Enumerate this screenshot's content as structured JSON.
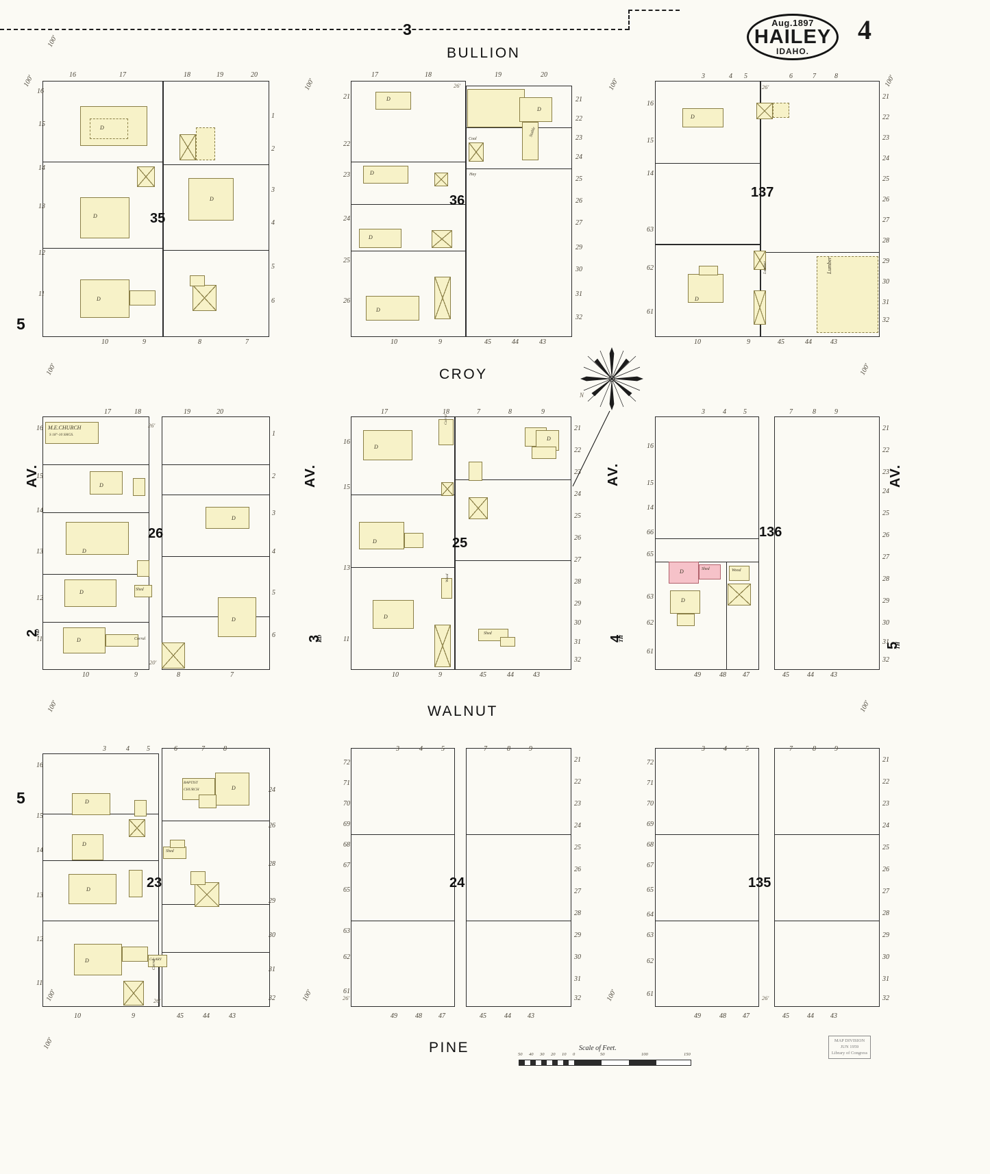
{
  "sheet": {
    "publisher_stamp": {
      "date": "Aug.1897",
      "city": "HAILEY",
      "state": "IDAHO."
    },
    "sheet_number": "4",
    "match_reference_top": "3",
    "edge_marks_left": [
      "5",
      "5"
    ],
    "scale": {
      "caption": "Scale of Feet.",
      "ticks": [
        "50",
        "40",
        "30",
        "20",
        "10",
        "0",
        "50",
        "100",
        "150"
      ]
    },
    "library_stamp": "MAP DIVISION\nJUN 1959\nLibrary of Congress",
    "compass": {
      "label_nw": "N"
    }
  },
  "streets": {
    "horizontal": [
      {
        "name": "BULLION"
      },
      {
        "name": "CROY"
      },
      {
        "name": "WALNUT"
      },
      {
        "name": "PINE"
      }
    ],
    "vertical": [
      {
        "ordinal": "2",
        "suffix": "ND",
        "name": "AV."
      },
      {
        "ordinal": "3",
        "suffix": "RD",
        "name": "AV."
      },
      {
        "ordinal": "4",
        "suffix": "TH",
        "name": "AV."
      },
      {
        "ordinal": "5",
        "suffix": "TH",
        "name": "AV."
      }
    ]
  },
  "blocks": [
    {
      "id": "35",
      "label": "35"
    },
    {
      "id": "36",
      "label": "36"
    },
    {
      "id": "137",
      "label": "137"
    },
    {
      "id": "26",
      "label": "26"
    },
    {
      "id": "25",
      "label": "25"
    },
    {
      "id": "136",
      "label": "136"
    },
    {
      "id": "23",
      "label": "23"
    },
    {
      "id": "24",
      "label": "24"
    },
    {
      "id": "135",
      "label": "135"
    }
  ],
  "dimension_marks": {
    "hundred_ft": "100'",
    "twenty_six_ft": "26'",
    "twenty_ft": "20'"
  },
  "labels": {
    "church": "M.E.CHURCH",
    "church_sub": "S 18\"-10 SHGS.",
    "shed": "Shed",
    "wood": "Wood",
    "corral": "Corral",
    "dwelling": "D",
    "baptist_church_1": "BAPTIST",
    "baptist_church_2": "CHURCH",
    "lumber": "Lumber",
    "coal": "Coal",
    "hay": "Hay",
    "stable": "Stable",
    "wood_ho": "Wood Ho.",
    "c_lary": "C.LARY"
  },
  "lot_numbers": {
    "top_row_blk35": [
      "16",
      "17",
      "18",
      "19",
      "20"
    ],
    "bottom_row_blk35": [
      "10",
      "9",
      "8",
      "7"
    ],
    "left_col_blk35": [
      "16",
      "15",
      "14",
      "13",
      "12",
      "11"
    ],
    "right_col_blk35": [
      "1",
      "2",
      "3",
      "4",
      "5",
      "6"
    ],
    "top_row_blk36": [
      "17",
      "18",
      "19",
      "20"
    ],
    "bottom_row_blk36": [
      "10",
      "9",
      "45",
      "44",
      "43"
    ],
    "right_col_blk36": [
      "21",
      "22",
      "23",
      "24",
      "25",
      "26",
      "27",
      "29",
      "30",
      "31",
      "32"
    ],
    "top_row_blk137": [
      "3",
      "4",
      "5",
      "6",
      "7",
      "8"
    ],
    "right_col_blk137": [
      "21",
      "22",
      "23",
      "24",
      "25",
      "26",
      "27",
      "28",
      "29",
      "30",
      "31",
      "32"
    ],
    "left_col_blk137": [
      "16",
      "15",
      "14",
      "63",
      "62",
      "61"
    ],
    "bottom_row_blk137": [
      "10",
      "9",
      "45",
      "44",
      "43"
    ],
    "top_row_blk26": [
      "17",
      "18",
      "19",
      "20"
    ],
    "left_col_blk26": [
      "16",
      "15",
      "14",
      "13",
      "12",
      "11"
    ],
    "right_col_blk26": [
      "1",
      "2",
      "3",
      "4",
      "5",
      "6"
    ],
    "bottom_row_blk26": [
      "10",
      "9",
      "8",
      "7"
    ],
    "top_row_blk25": [
      "17",
      "18",
      "7",
      "8",
      "9"
    ],
    "left_col_blk25": [
      "16",
      "15",
      "13",
      "11"
    ],
    "right_col_blk25": [
      "21",
      "22",
      "23",
      "24",
      "25",
      "26",
      "27",
      "28",
      "29",
      "30",
      "31",
      "32"
    ],
    "bottom_row_blk25": [
      "10",
      "9",
      "45",
      "44",
      "43"
    ],
    "top_row_blk136": [
      "3",
      "4",
      "5",
      "7",
      "8",
      "9"
    ],
    "left_col_blk136": [
      "16",
      "15",
      "14",
      "66",
      "65",
      "63",
      "62",
      "61"
    ],
    "right_col_blk136": [
      "21",
      "22",
      "23",
      "24",
      "25",
      "26",
      "27",
      "28",
      "29",
      "30",
      "31",
      "32"
    ],
    "bottom_row_blk136": [
      "49",
      "48",
      "47",
      "45",
      "44",
      "43"
    ],
    "top_row_blk23": [
      "3",
      "4",
      "5",
      "6",
      "7",
      "8"
    ],
    "left_col_blk23": [
      "16",
      "15",
      "14",
      "13",
      "12",
      "11"
    ],
    "right_col_blk23": [
      "24",
      "26",
      "28",
      "29",
      "30",
      "31",
      "32"
    ],
    "bottom_row_blk23": [
      "10",
      "9",
      "45",
      "44",
      "43"
    ],
    "top_row_blk24": [
      "3",
      "4",
      "5",
      "7",
      "8",
      "9"
    ],
    "left_col_blk24": [
      "72",
      "71",
      "70",
      "69",
      "68",
      "67",
      "65",
      "63",
      "62",
      "61"
    ],
    "right_col_blk24": [
      "21",
      "22",
      "23",
      "24",
      "25",
      "26",
      "27",
      "28",
      "29",
      "30",
      "31",
      "32"
    ],
    "bottom_row_blk24": [
      "49",
      "48",
      "47",
      "45",
      "44",
      "43"
    ],
    "top_row_blk135": [
      "3",
      "4",
      "5",
      "7",
      "8",
      "9"
    ],
    "left_col_blk135": [
      "72",
      "71",
      "70",
      "69",
      "68",
      "67",
      "65",
      "64",
      "63",
      "62",
      "61"
    ],
    "right_col_blk135": [
      "21",
      "22",
      "23",
      "24",
      "25",
      "26",
      "27",
      "28",
      "29",
      "30",
      "31",
      "32"
    ],
    "bottom_row_blk135": [
      "49",
      "48",
      "47",
      "45",
      "44",
      "43"
    ]
  }
}
